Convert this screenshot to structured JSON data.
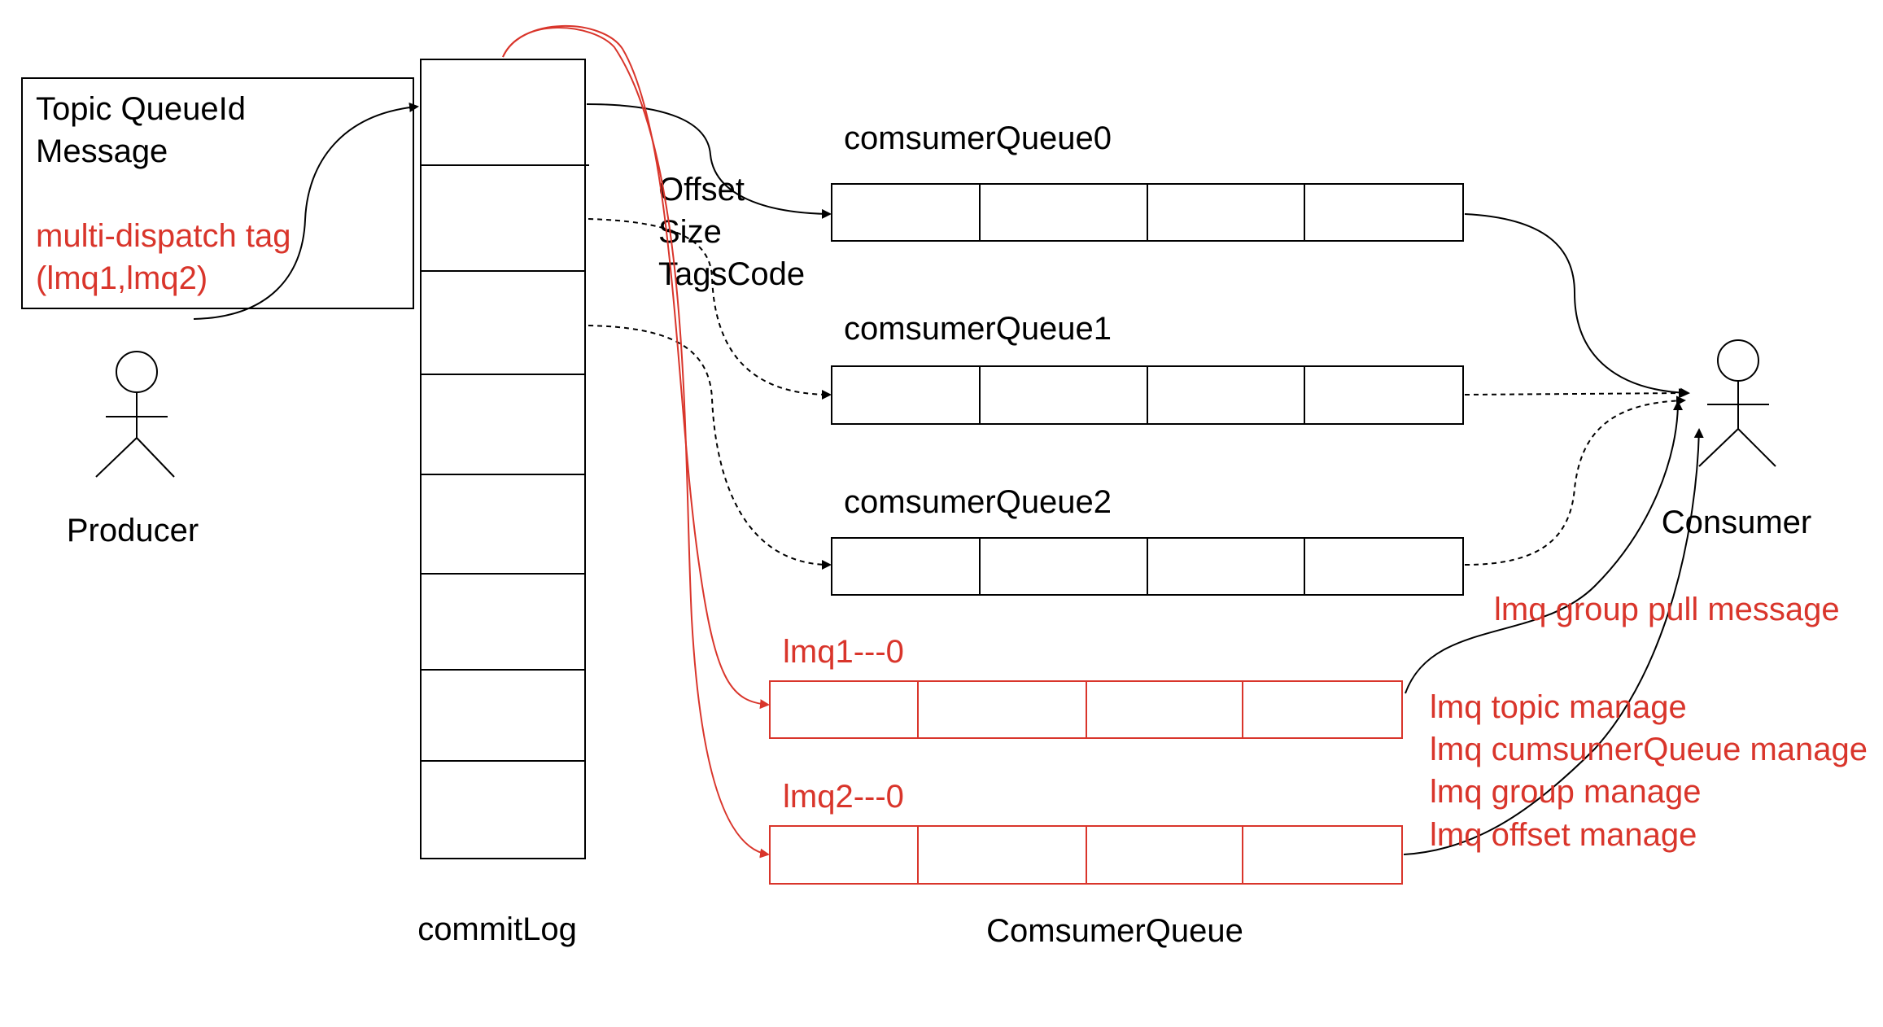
{
  "colors": {
    "black": "#000000",
    "red": "#d9352b"
  },
  "producer": {
    "label": "Producer",
    "message_line1": "Topic QueueId",
    "message_line2": "Message",
    "tag_line1": "multi-dispatch tag",
    "tag_line2": "(lmq1,lmq2)"
  },
  "commit_log": {
    "label": "commitLog",
    "cell_count": 8
  },
  "entry_fields": [
    "Offset",
    "Size",
    "TagsCode"
  ],
  "consume_queues": {
    "label": "ComsumerQueue",
    "queues": [
      {
        "name": "comsumerQueue0",
        "cells": 4
      },
      {
        "name": "comsumerQueue1",
        "cells": 4
      },
      {
        "name": "comsumerQueue2",
        "cells": 4
      }
    ],
    "lmq_queues": [
      {
        "name": "lmq1---0",
        "cells": 4
      },
      {
        "name": "lmq2---0",
        "cells": 4
      }
    ]
  },
  "consumer": {
    "label": "Consumer",
    "pull_label": "lmq group pull message",
    "manage_lines": [
      "lmq topic manage",
      "lmq cumsumerQueue manage",
      "lmq group manage",
      "lmq offset manage"
    ]
  }
}
